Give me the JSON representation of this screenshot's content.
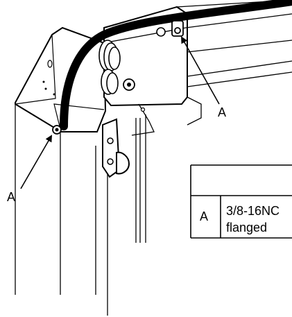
{
  "diagram": {
    "callouts": [
      {
        "id": "A",
        "label": "A"
      },
      {
        "id": "A",
        "label": "A"
      }
    ],
    "parts_table": {
      "rows": [
        {
          "key": "A",
          "description_line1": "3/8-16NC",
          "description_line2": "flanged"
        }
      ]
    }
  }
}
